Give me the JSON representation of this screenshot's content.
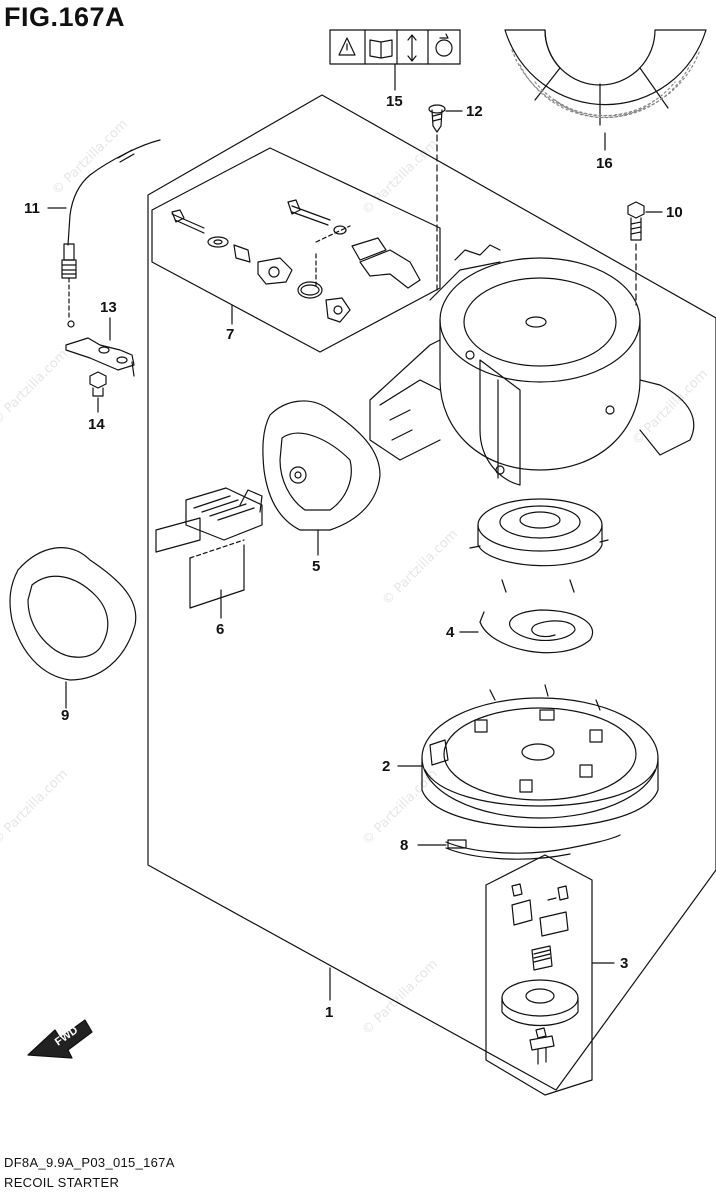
{
  "figure": {
    "title": "FIG.167A",
    "code": "DF8A_9.9A_P03_015_167A",
    "name": "RECOIL STARTER"
  },
  "callouts": [
    "1",
    "2",
    "3",
    "4",
    "5",
    "6",
    "7",
    "8",
    "9",
    "10",
    "11",
    "12",
    "13",
    "14",
    "15",
    "16"
  ],
  "direction_badge": "FWD",
  "watermark": "© Partzilla.com",
  "icons": [
    "warning-icon",
    "manual-book-icon",
    "updown-arrows-icon",
    "rotation-icon"
  ]
}
